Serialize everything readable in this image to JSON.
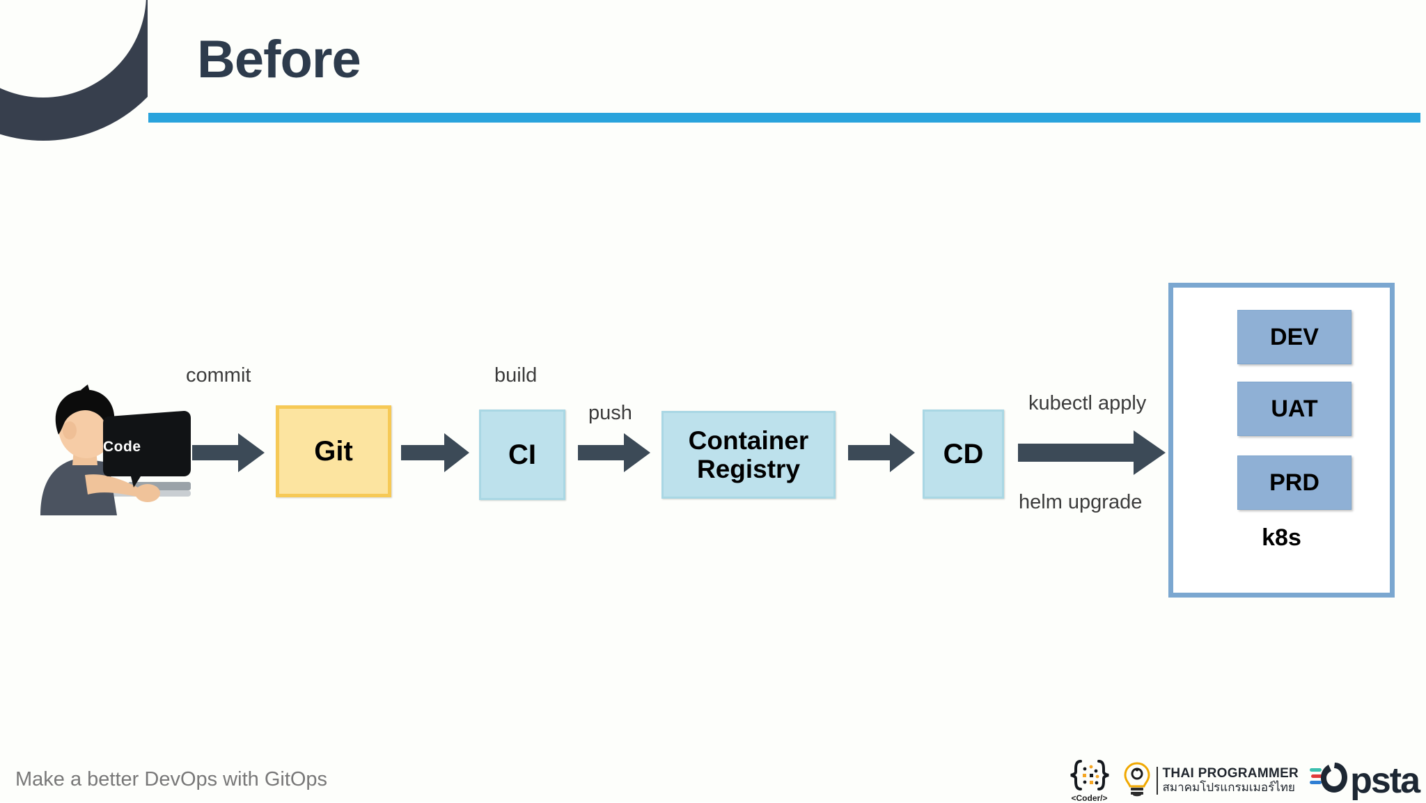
{
  "slide": {
    "title": "Before",
    "accent_color": "#29a3dc",
    "title_color": "#2d3b4c",
    "arc_color": "#373f4d"
  },
  "diagram": {
    "type": "pipeline-flow",
    "developer": {
      "screen_label": "Code",
      "name": "developer-illustration"
    },
    "nodes": [
      {
        "id": "git",
        "label": "Git",
        "fill": "#fce4a0",
        "border": "#f6c956"
      },
      {
        "id": "ci",
        "label": "CI",
        "fill": "#bde1ec",
        "border": "#a9d7e4"
      },
      {
        "id": "registry",
        "label_line1": "Container",
        "label_line2": "Registry",
        "fill": "#bde1ec",
        "border": "#a9d7e4"
      },
      {
        "id": "cd",
        "label": "CD",
        "fill": "#bde1ec",
        "border": "#a9d7e4"
      }
    ],
    "edges": [
      {
        "id": "dev-to-git",
        "label": "commit"
      },
      {
        "id": "git-to-ci",
        "label": "build"
      },
      {
        "id": "ci-to-registry",
        "label": "push"
      },
      {
        "id": "registry-to-cd",
        "label": ""
      },
      {
        "id": "cd-to-k8s-top",
        "label": "kubectl apply"
      },
      {
        "id": "cd-to-k8s-bottom",
        "label": "helm upgrade"
      }
    ],
    "cluster": {
      "label": "k8s",
      "border_color": "#7ba7d0",
      "env_fill": "#8fb0d5",
      "environments": [
        {
          "id": "dev",
          "label": "DEV"
        },
        {
          "id": "uat",
          "label": "UAT"
        },
        {
          "id": "prd",
          "label": "PRD"
        }
      ]
    }
  },
  "footer": {
    "note": "Make a better DevOps with GitOps",
    "logos": {
      "coder": {
        "caption": "<Coder/>"
      },
      "thai_programmer": {
        "en": "THAI PROGRAMMER",
        "th": "สมาคมโปรแกรมเมอร์ไทย"
      },
      "opsta": {
        "wordmark": "psta"
      }
    }
  }
}
